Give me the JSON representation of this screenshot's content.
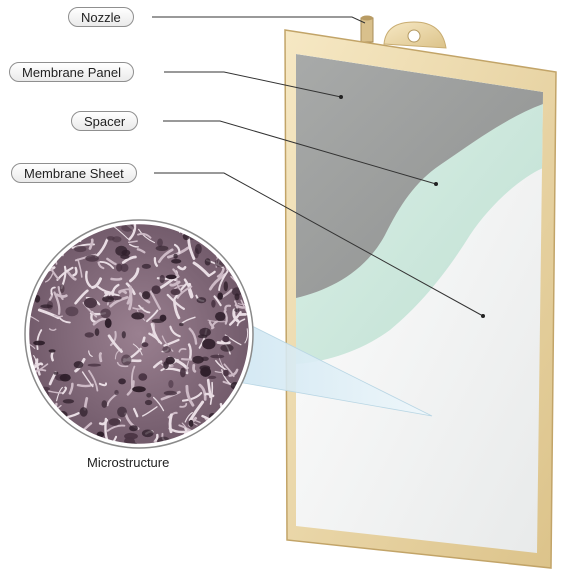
{
  "labels": {
    "nozzle": "Nozzle",
    "membrane_panel": "Membrane Panel",
    "spacer": "Spacer",
    "membrane_sheet": "Membrane Sheet",
    "microstructure": "Microstructure"
  },
  "colors": {
    "frame": "#efdcb0",
    "frame_edge": "#c9ad72",
    "membrane_panel": "#9b9d9c",
    "spacer": "#cfe9df",
    "membrane_sheet": "#f5f6f6",
    "microstructure": "#8a6f80",
    "leader": "#333333"
  }
}
